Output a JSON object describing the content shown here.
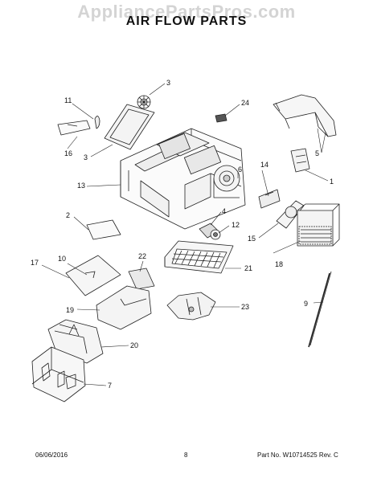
{
  "watermark": "AppliancePartsPros.com",
  "title": "AIR FLOW PARTS",
  "callouts": {
    "c1": "1",
    "c2": "2",
    "c3a": "3",
    "c3b": "3",
    "c4": "4",
    "c5": "5",
    "c6": "6",
    "c7": "7",
    "c9": "9",
    "c10": "10",
    "c11": "11",
    "c12": "12",
    "c13": "13",
    "c14": "14",
    "c15": "15",
    "c16": "16",
    "c17": "17",
    "c18": "18",
    "c19": "19",
    "c20": "20",
    "c21": "21",
    "c22": "22",
    "c23": "23",
    "c24": "24"
  },
  "footer": {
    "date": "06/06/2016",
    "page": "8",
    "part": "Part No.  W10714525  Rev.  C"
  }
}
